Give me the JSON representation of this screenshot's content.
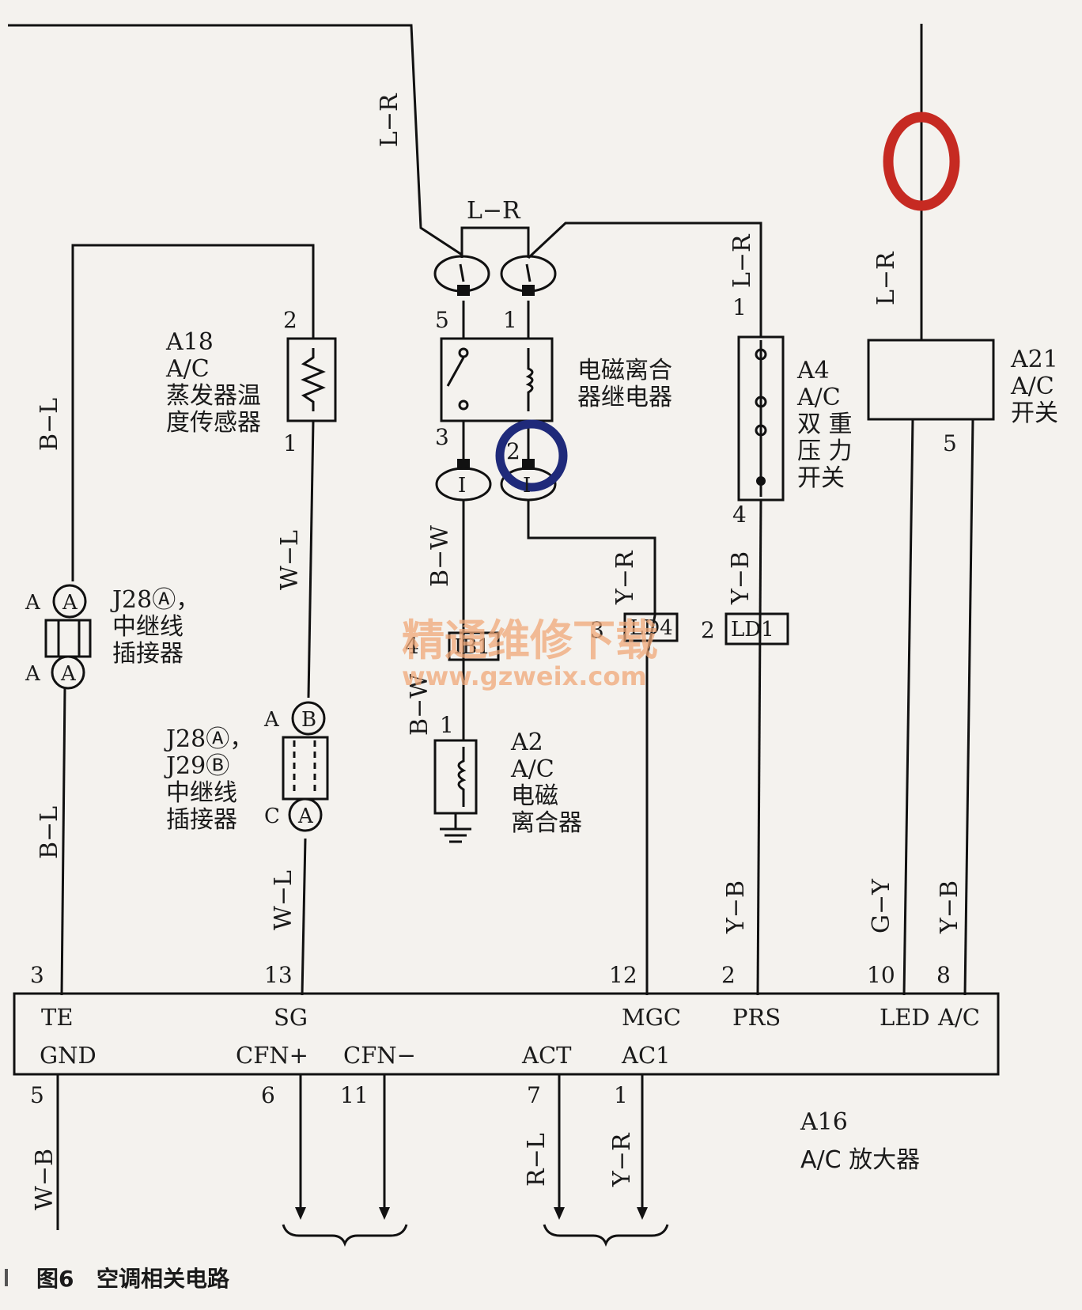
{
  "wire_labels": {
    "top_lr": "L−R",
    "relay_lr": "L−R",
    "a4_lr": "L−R",
    "a21_lr": "L−R",
    "bl_upper": "B−L",
    "bl_lower": "B−L",
    "wl_upper": "W−L",
    "wl_lower": "W−L",
    "bw_upper": "B−W",
    "bw_lower": "B−W",
    "yr_mid": "Y−R",
    "yb_mid": "Y−B",
    "yb_lower": "Y−B",
    "gy": "G−Y",
    "yb_right": "Y−B",
    "wb": "W−B",
    "rl": "R−L",
    "yr_bottom": "Y−R"
  },
  "components": {
    "a18": {
      "code": "A18",
      "line1": "A/C",
      "line2": "蒸发器温",
      "line3": "度传感器"
    },
    "relay": {
      "line1": "电磁离合",
      "line2": "器继电器"
    },
    "a4": {
      "code": "A4",
      "line1": "A/C",
      "line2": "双 重",
      "line3": "压 力",
      "line4": "开关"
    },
    "a21": {
      "code": "A21",
      "line1": "A/C",
      "line2": "开关"
    },
    "j28_top": {
      "code": "J28Ⓐ，",
      "line1": "中继线",
      "line2": "插接器"
    },
    "j28_j29": {
      "code1": "J28Ⓐ，",
      "code2": "J29Ⓑ",
      "line1": "中继线",
      "line2": "插接器"
    },
    "a2": {
      "code": "A2",
      "line1": "A/C",
      "line2": "电磁",
      "line3": "离合器"
    },
    "a16": {
      "code": "A16",
      "line1": "A/C 放大器"
    }
  },
  "connectors": {
    "j28_a_top": "A",
    "j28_a_bottom": "A",
    "j28_left_top": "A",
    "j28_left_bottom": "A",
    "j28j29_b": "B",
    "j28j29_a": "A",
    "j28j29_left_top": "A",
    "j28j29_left_bottom": "C",
    "relay_lower_left": "I",
    "relay_lower_right": "I",
    "ib1": "IB1",
    "ld4": "LD4",
    "ld1": "LD1"
  },
  "pins": {
    "a18_top": "2",
    "a18_bottom": "1",
    "relay_5": "5",
    "relay_1": "1",
    "relay_3": "3",
    "relay_2": "2",
    "a4_top": "1",
    "a4_bottom": "4",
    "a21_pin": "5",
    "ib1_pin": "4",
    "a2_pin": "1",
    "ld4_pin": "3",
    "ld1_pin": "2",
    "amp_3": "3",
    "amp_13": "13",
    "amp_12": "12",
    "amp_2": "2",
    "amp_10": "10",
    "amp_8": "8",
    "amp_5": "5",
    "amp_6": "6",
    "amp_11": "11",
    "amp_7": "7",
    "amp_1": "1"
  },
  "amplifier_terminals": {
    "te": "TE",
    "sg": "SG",
    "mgc": "MGC",
    "prs": "PRS",
    "led": "LED",
    "ac": "A/C",
    "gnd": "GND",
    "cfn_plus": "CFN+",
    "cfn_minus": "CFN−",
    "act": "ACT",
    "ac1": "AC1"
  },
  "watermark": {
    "line1": "精通维修下载",
    "line2": "www.gzweix.com"
  },
  "caption": {
    "figure": "图6",
    "title": "空调相关电路"
  },
  "colors": {
    "red_circle": "#c62a22",
    "blue_circle": "#1f2a7a",
    "watermark": "#f0a878"
  }
}
